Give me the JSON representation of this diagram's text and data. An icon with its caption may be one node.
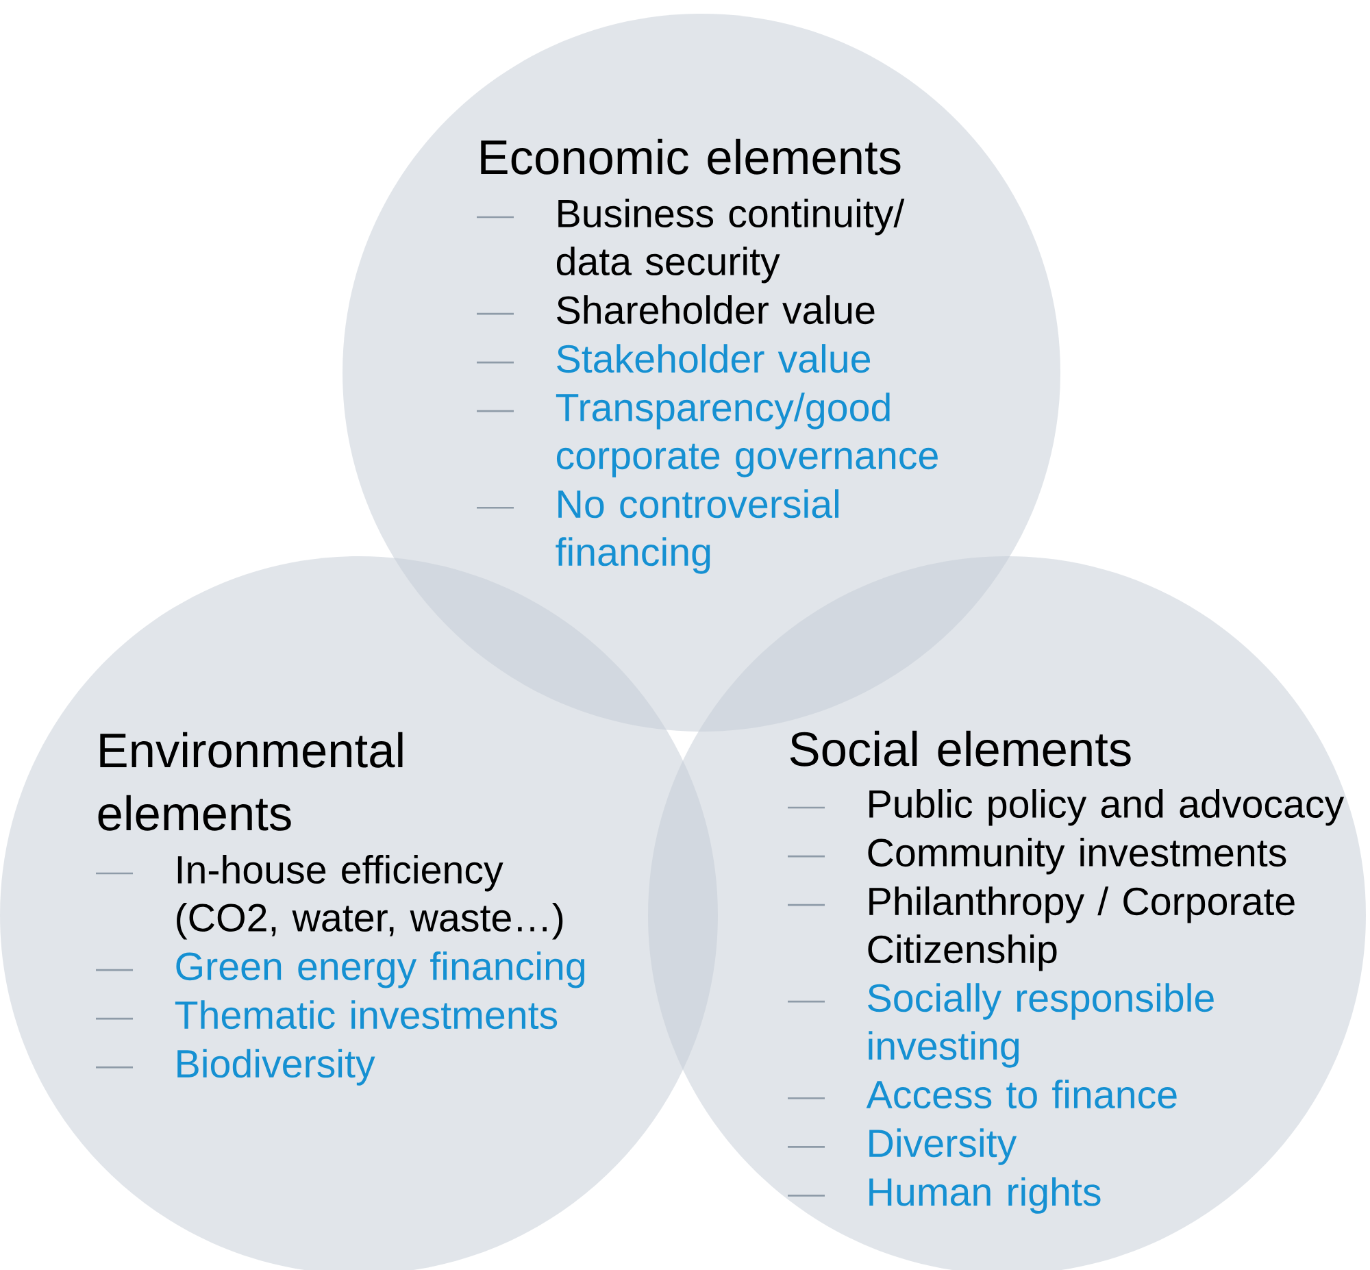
{
  "diagram": {
    "nodes": [
      {
        "text": [
          "Economic elements",
          "Business continuity/ data security",
          "Shareholder value",
          "Stakeholder value",
          "Transparency/good corporate governance",
          "No controversial financing"
        ]
      },
      {
        "text": [
          "Environmental elements",
          "In-house efficiency (CO2, water, waste…)",
          "Green energy financing",
          "Thematic investments",
          "Biodiversity"
        ]
      },
      {
        "text": [
          "Social elements",
          "Public policy and advocacy",
          "Community investments",
          "Philanthropy / Corporate Citizenship",
          "Socially responsible investing",
          "Access to finance",
          "Diversity",
          "Human rights"
        ]
      }
    ]
  }
}
